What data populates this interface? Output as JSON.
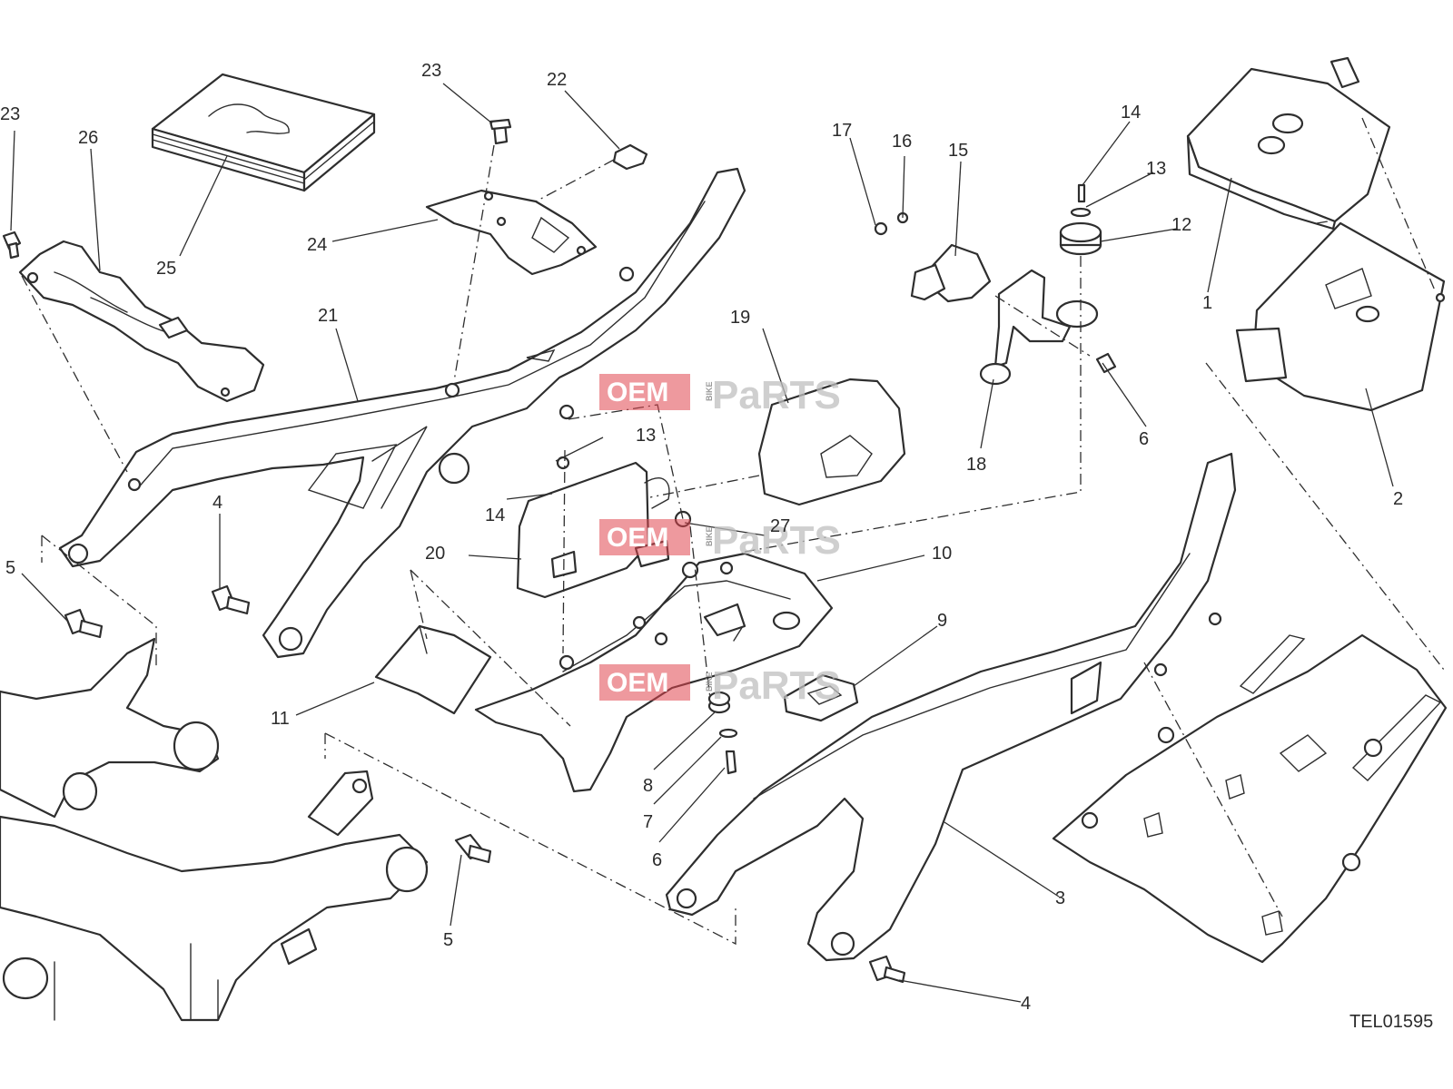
{
  "drawing_code": "TEL01595",
  "watermark": {
    "left": "OEM",
    "middle": "BIKE",
    "right": "PaRTS"
  },
  "callouts": [
    "1",
    "2",
    "3",
    "4",
    "5",
    "6",
    "7",
    "8",
    "9",
    "10",
    "11",
    "12",
    "13",
    "14",
    "15",
    "16",
    "17",
    "18",
    "19",
    "20",
    "21",
    "22",
    "23",
    "24",
    "25",
    "26",
    "27"
  ],
  "colors": {
    "line": "#2e2e2e",
    "watermark": "#e0454f",
    "background": "#ffffff"
  }
}
